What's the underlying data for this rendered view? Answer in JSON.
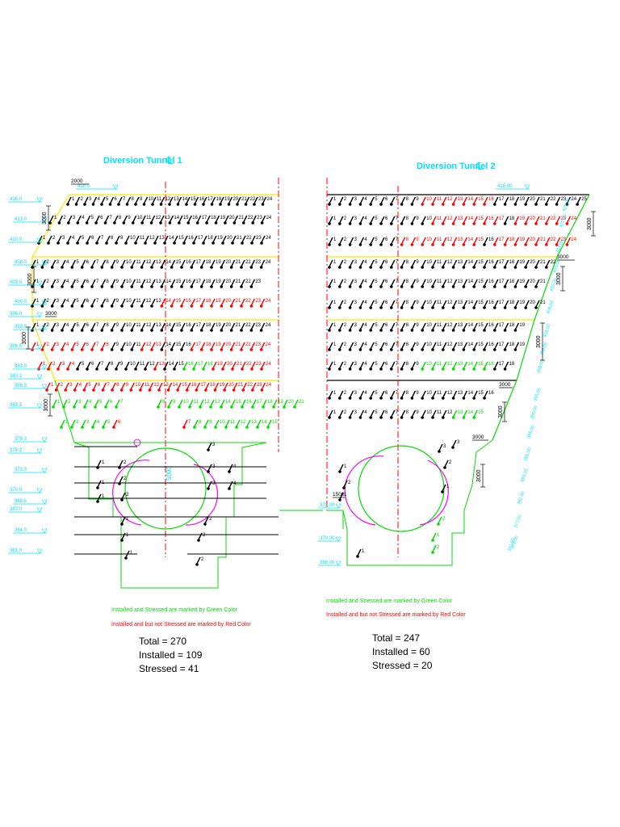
{
  "titles": {
    "tunnel1": "Diversion Tunnel 1",
    "tunnel2": "Diversion Tunnel 2",
    "centerline_symbol": "℄"
  },
  "dimensions": {
    "spacing_3000": "3000",
    "spacing_2000": "2000",
    "spacing_1500": "1500",
    "dia_5000": "5000"
  },
  "levels_t1": {
    "top": "418.0",
    "left": [
      "416.0",
      "413.0",
      "410.0",
      "408.0",
      "403.0",
      "400.0",
      "396.0",
      "393.0",
      "386.5",
      "383.0",
      "380.3",
      "386.3",
      "383.3",
      "378.3",
      "375.3",
      "373.3",
      "370.0",
      "368.5",
      "367.0",
      "364.0",
      "361.0"
    ]
  },
  "levels_t2": {
    "top": "418.00",
    "right": [
      "425.00",
      "422.00",
      "419.00",
      "413.00",
      "410.00",
      "406.00",
      "403.00",
      "398.00",
      "398.00",
      "395.00",
      "390.00",
      "386.00",
      "385.00",
      "383.00",
      "381.00",
      "377.00",
      "375.00",
      "371.00"
    ],
    "left": [
      "375.00",
      "370.00",
      "368.00"
    ]
  },
  "colors": {
    "installed_stressed": "#00dd00",
    "installed_not_stressed": "#ff0000",
    "anchor": "#000000",
    "level_line": "#ffe600",
    "dimension": "#00e0ff",
    "centerline": "#ff0000",
    "tunnel_arrow": "#ff00ff"
  },
  "legend": {
    "t1_green": "Installed and Stressed are marked by Green Color",
    "t1_red": "Installed and but not Stressed are marked by Red Color",
    "t2_green": "Installed and Stressed are marked by Green Color",
    "t2_red": "Installed and but not Stressed are marked by Red Color"
  },
  "summary_t1": {
    "total": "Total = 270",
    "installed": "Installed = 109",
    "stressed": "Stressed = 41"
  },
  "summary_t2": {
    "total": "Total = 247",
    "installed": "Installed = 60",
    "stressed": "Stressed = 20"
  }
}
